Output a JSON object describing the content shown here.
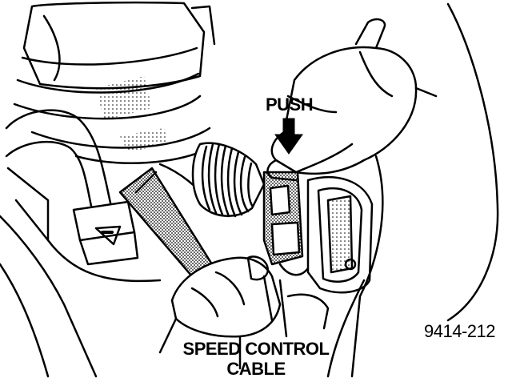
{
  "labels": {
    "push": "PUSH",
    "cable_line1": "SPEED CONTROL",
    "cable_line2": "CABLE",
    "figure_number": "9414-212"
  },
  "colors": {
    "ink": "#000000",
    "paper": "#ffffff"
  }
}
